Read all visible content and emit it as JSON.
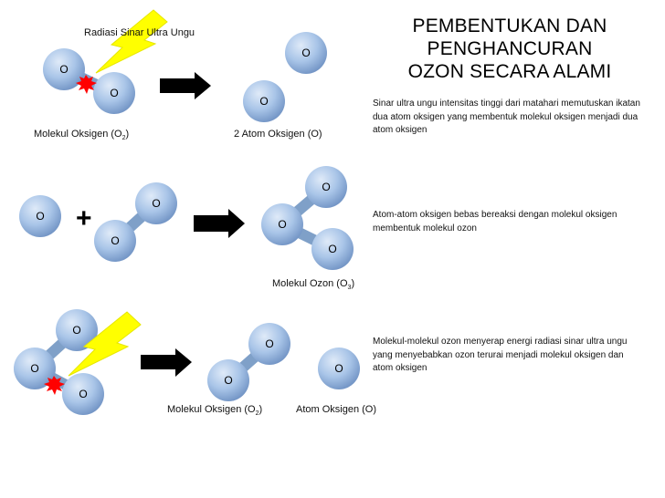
{
  "title": {
    "line1": "PEMBENTUKAN DAN",
    "line2": "PENGHANCURAN",
    "line3": "OZON SECARA ALAMI"
  },
  "atom_symbol": "O",
  "radiation_label": "Radiasi Sinar Ultra Ungu",
  "plus_sign": "+",
  "step1": {
    "label_left_main": "Molekul Oksigen (O",
    "label_left_sub": "2",
    "label_left_end": ")",
    "label_right": "2 Atom Oksigen (O)",
    "description": "Sinar ultra ungu intensitas tinggi dari matahari memutuskan ikatan dua atom oksigen yang membentuk molekul oksigen menjadi dua atom oksigen"
  },
  "step2": {
    "label_main": "Molekul Ozon (O",
    "label_sub": "3",
    "label_end": ")",
    "description": "Atom-atom oksigen bebas bereaksi dengan molekul oksigen membentuk molekul ozon"
  },
  "step3": {
    "label_left_main": "Molekul Oksigen (O",
    "label_left_sub": "2",
    "label_left_end": ")",
    "label_right": "Atom Oksigen (O)",
    "description": "Molekul-molekul ozon menyerap energi radiasi sinar ultra ungu yang menyebabkan ozon terurai menjadi molekul oksigen dan atom oksigen"
  },
  "colors": {
    "atom_light": "#c9dcf2",
    "atom_mid": "#9dbde3",
    "atom_dark": "#6f93c4",
    "bond": "#7fa0c8",
    "lightning": "#ffff00",
    "lightning_edge": "#e6e600",
    "burst": "#ff0000",
    "arrow": "#000000"
  }
}
